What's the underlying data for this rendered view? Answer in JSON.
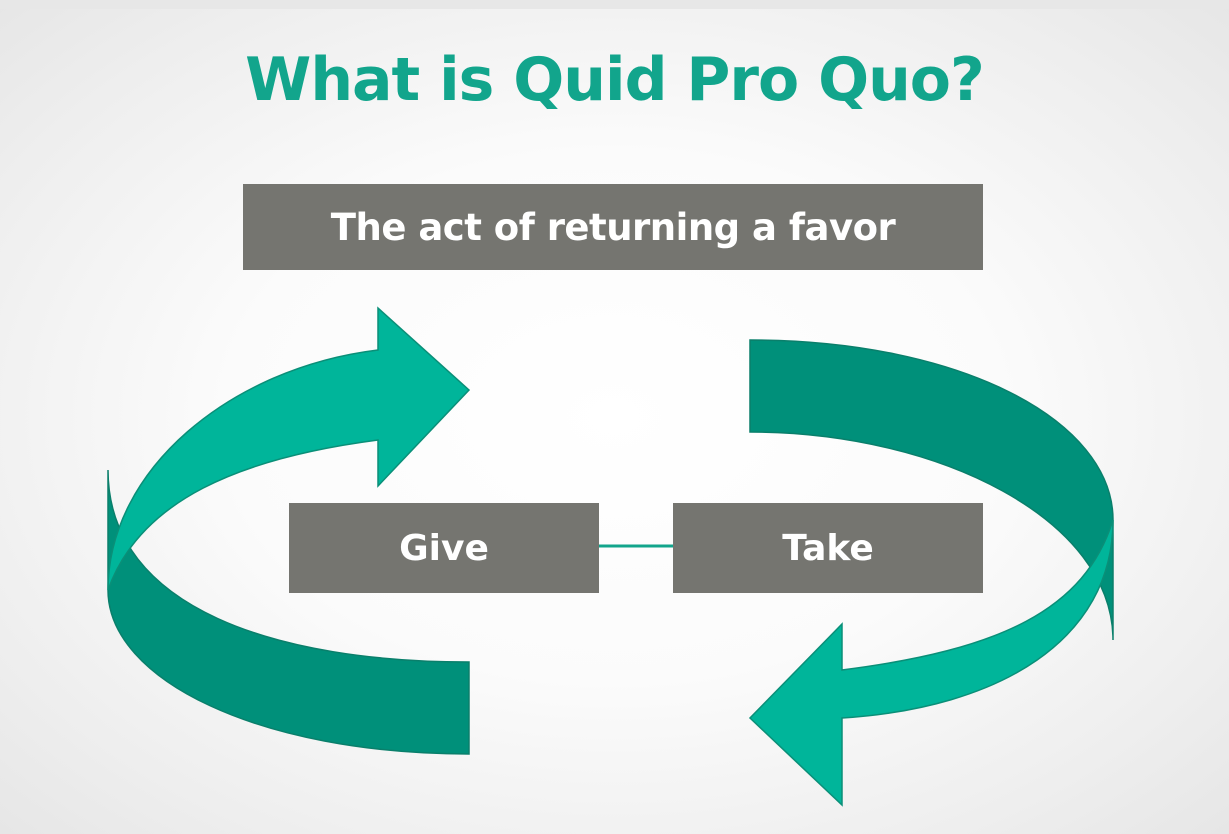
{
  "title": "What is Quid Pro Quo?",
  "definition": "The act of returning a favor",
  "nodes": {
    "give": "Give",
    "take": "Take"
  },
  "colors": {
    "title": "#12a58c",
    "box": "#757570",
    "box_text": "#ffffff",
    "arrow_light": "#00b59a",
    "arrow_dark": "#00907a",
    "connector": "#12a58c"
  }
}
